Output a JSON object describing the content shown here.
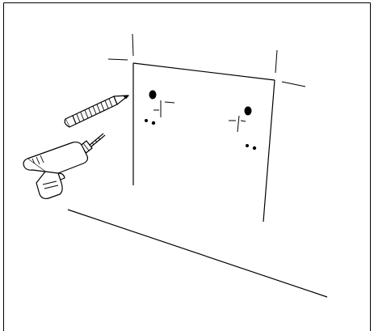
{
  "figure": {
    "title": "",
    "caption": "",
    "labels": []
  },
  "style": {
    "stroke_color": "#000000",
    "frame_color": "#000000",
    "background": "#ffffff"
  },
  "components": {
    "panel": "mounting-panel",
    "marks": [
      "drill-mark-left",
      "drill-mark-right"
    ],
    "holes": [
      "screw-hole-pair-left",
      "screw-hole-pair-right"
    ],
    "tools": [
      "pencil-icon",
      "drill-icon"
    ]
  }
}
